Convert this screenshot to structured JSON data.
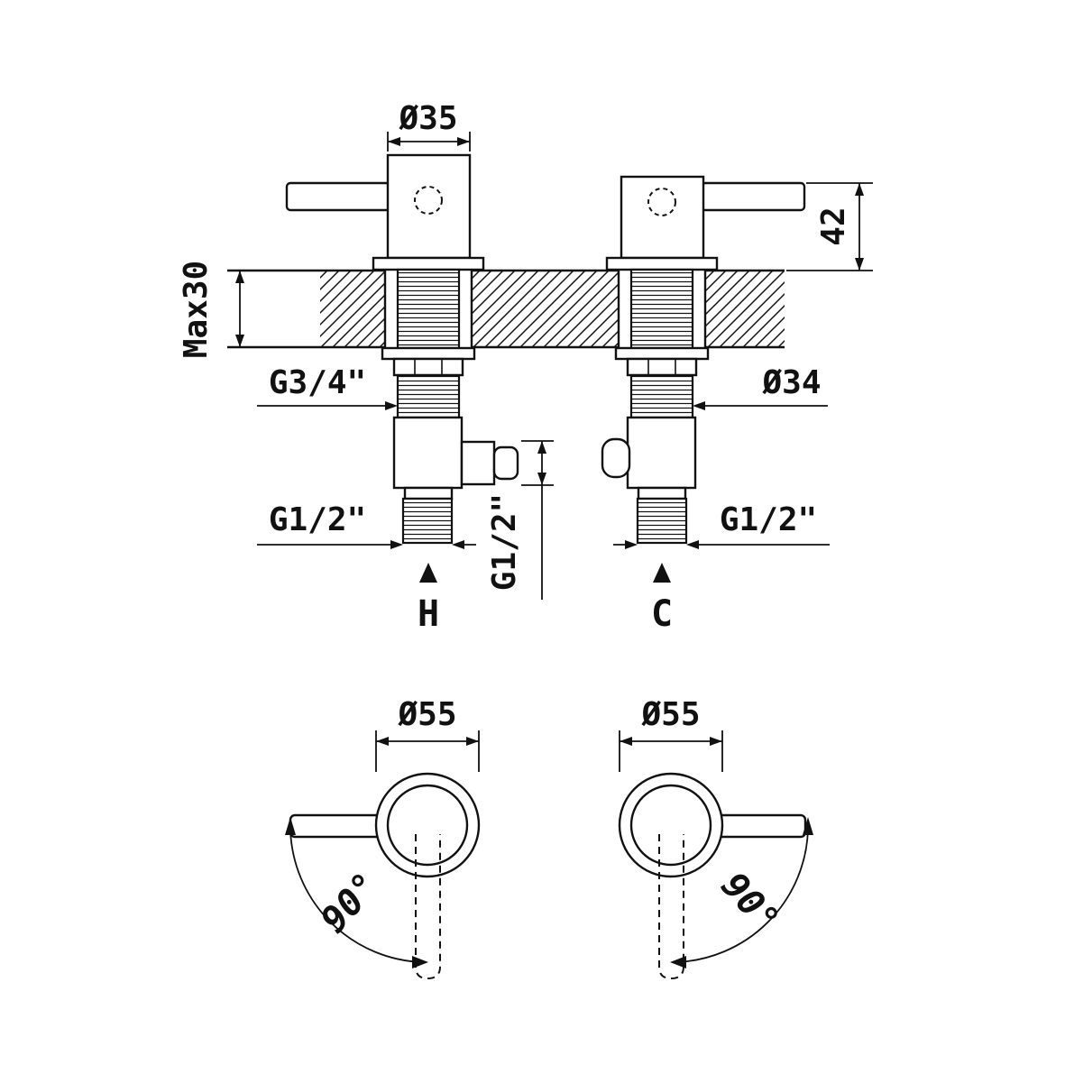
{
  "ink": "#111111",
  "background": "#ffffff",
  "drawing": {
    "labels": {
      "dia35": "Ø35",
      "height42": "42",
      "max30": "Max30",
      "g34": "G3/4\"",
      "dia34": "Ø34",
      "g12_outlet": "G1/2\"",
      "g12_hot_inlet": "G1/2\"",
      "g12_cold_inlet": "G1/2\"",
      "hot": "H",
      "cold": "C",
      "dia55_left": "Ø55",
      "dia55_right": "Ø55",
      "angle_left": "90°",
      "angle_right": "90°"
    }
  }
}
